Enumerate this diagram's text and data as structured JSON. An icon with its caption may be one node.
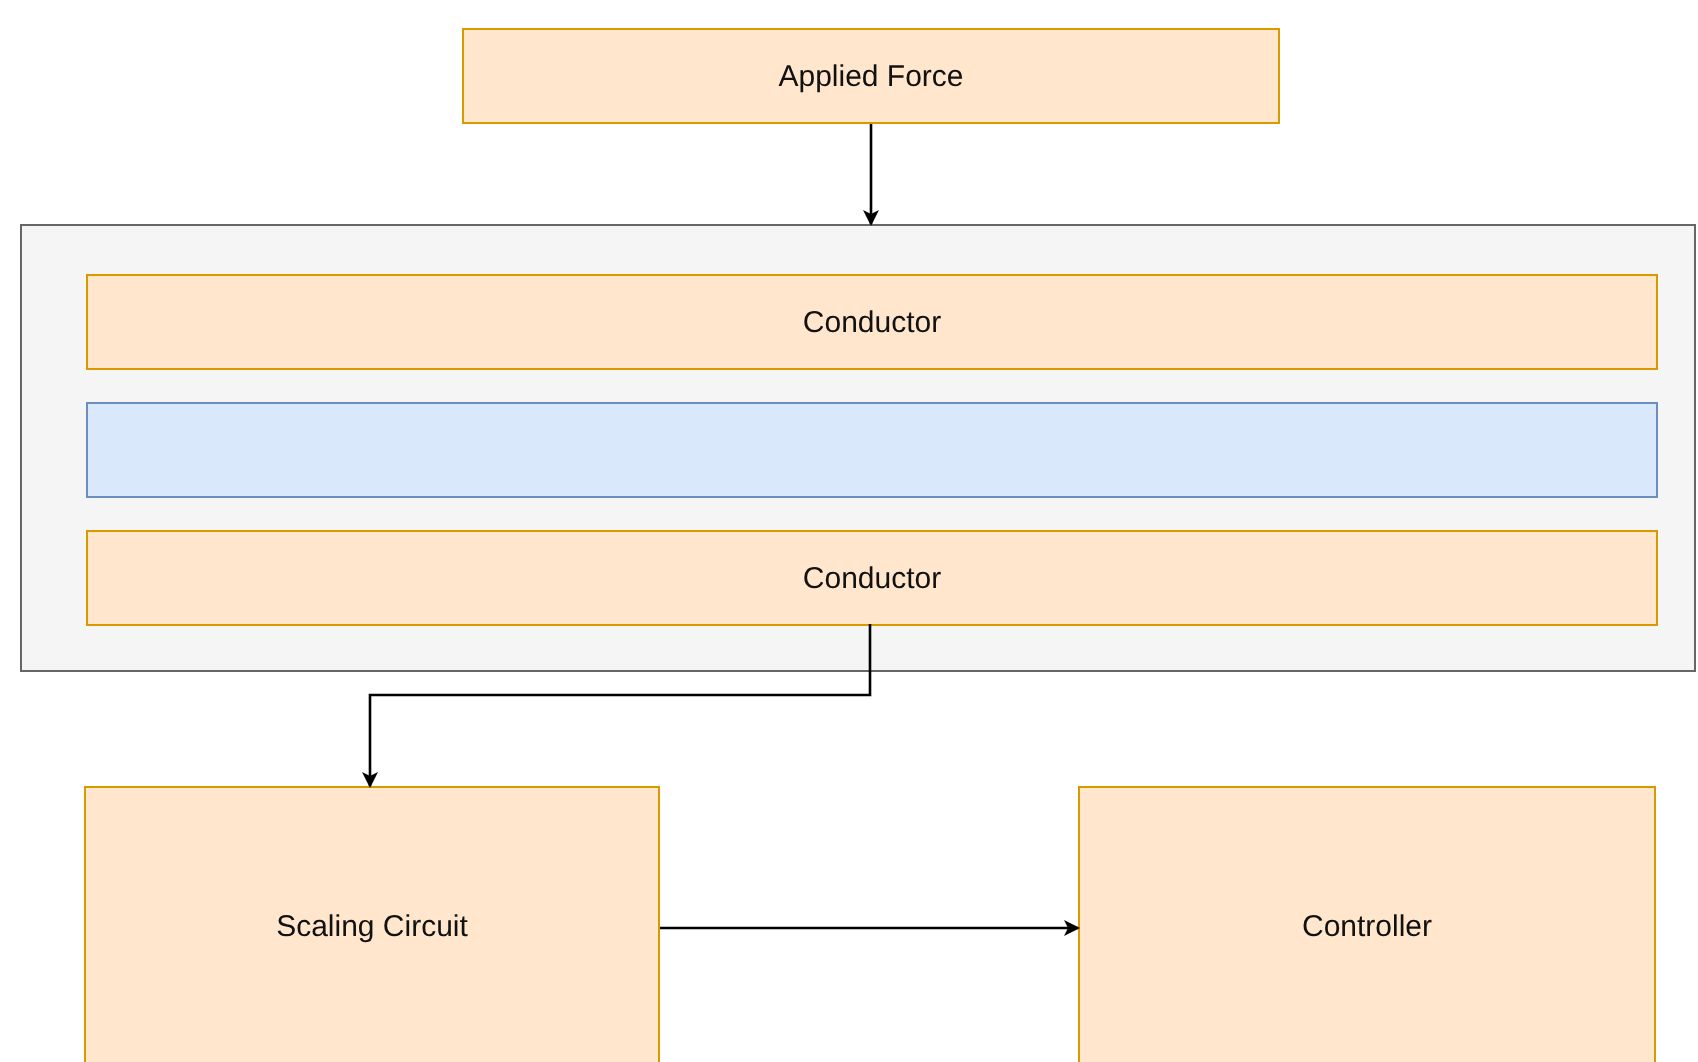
{
  "diagram": {
    "nodes": [
      {
        "text": [
          "Applied Force"
        ]
      },
      {
        "text": [],
        "shape": "box"
      },
      {
        "text": [
          "Conductor"
        ],
        "in": 1
      },
      {
        "text": [],
        "shape": "box",
        "in": 1
      },
      {
        "text": [
          "Conductor"
        ],
        "in": 1
      },
      {
        "text": [
          "Scaling Circuit"
        ]
      },
      {
        "text": [
          "Controller"
        ]
      }
    ],
    "edges": [
      {
        "from": 0,
        "to": 1,
        "arrow": "to"
      },
      {
        "from": 4,
        "to": 5,
        "arrow": "to"
      },
      {
        "from": 5,
        "to": 6,
        "arrow": "to"
      }
    ]
  }
}
